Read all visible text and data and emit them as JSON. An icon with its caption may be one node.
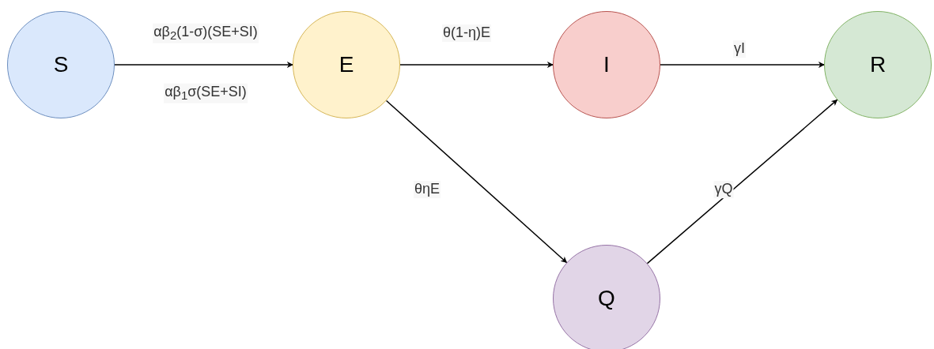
{
  "diagram": {
    "nodes": [
      {
        "text": [
          "S"
        ]
      },
      {
        "text": [
          "E"
        ]
      },
      {
        "text": [
          "I"
        ]
      },
      {
        "text": [
          "R"
        ]
      },
      {
        "text": [
          "Q"
        ]
      }
    ],
    "edges": [
      {
        "from": 0,
        "to": 1,
        "arrow": "to",
        "label": "αβ$_{2}$(1-σ)(SE+SI)"
      },
      {
        "from": 1,
        "to": 2,
        "arrow": "to",
        "label": "θ(1-η)E"
      },
      {
        "from": 2,
        "to": 3,
        "arrow": "to",
        "label": "γI"
      },
      {
        "from": 1,
        "to": 4,
        "arrow": "to",
        "label": "θηE"
      },
      {
        "from": 4,
        "to": 3,
        "arrow": "to",
        "label": "γQ"
      }
    ],
    "labels": [
      "αβ$_{1}$σ(SE+SI)"
    ]
  }
}
